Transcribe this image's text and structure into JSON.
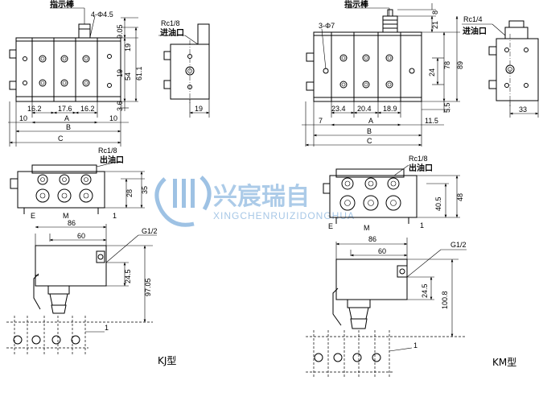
{
  "watermark": {
    "name_cn": "兴宸瑞自",
    "name_en": "XINGCHENRUIZIDONGHUA"
  },
  "kj": {
    "model_label": "KJ型",
    "indicator_label": "指示棒",
    "holes_label": "4-Φ4.5",
    "inlet_thread": "Rc1/8",
    "inlet_label": "进油口",
    "outlet_thread": "Rc1/8",
    "outlet_label": "出油口",
    "g_thread": "G1/2",
    "dims": {
      "d_9_05": "9.05",
      "d_19_top": "19",
      "d_54": "54",
      "d_61_1": "61.1",
      "d_19_mid": "19",
      "d_3_6": "3.6",
      "d_16_2_a": "16.2",
      "d_17_6": "17.6",
      "d_16_2_b": "16.2",
      "d_10_l": "10",
      "d_A": "A",
      "d_10_r": "10",
      "d_B": "B",
      "d_C": "C",
      "d_side_19": "19",
      "d_28": "28",
      "d_35": "35",
      "d_86": "86",
      "d_60": "60",
      "d_24_5": "24.5",
      "d_97_05": "97.05",
      "lbl_E": "E",
      "lbl_M": "M",
      "lbl_1_a": "1",
      "lbl_1_b": "1"
    }
  },
  "km": {
    "model_label": "KM型",
    "indicator_label": "指示棒",
    "holes_label": "3-Φ7",
    "inlet_thread": "Rc1/4",
    "inlet_label": "进油口",
    "outlet_thread": "Rc1/8",
    "outlet_label": "出油口",
    "g_thread": "G1/2",
    "dims": {
      "d_8": "8",
      "d_21": "21",
      "d_78": "78",
      "d_89": "89",
      "d_24": "24",
      "d_5_5": "5.5",
      "d_23_4": "23.4",
      "d_20_4": "20.4",
      "d_18_9": "18.9",
      "d_7": "7",
      "d_A": "A",
      "d_11_5": "11.5",
      "d_B": "B",
      "d_C": "C",
      "d_side_33": "33",
      "d_40_5": "40.5",
      "d_48": "48",
      "d_86": "86",
      "d_60": "60",
      "d_24_5": "24.5",
      "d_100_8": "100.8",
      "lbl_E": "E",
      "lbl_M": "M",
      "lbl_1_a": "1",
      "lbl_1_b": "1"
    }
  }
}
